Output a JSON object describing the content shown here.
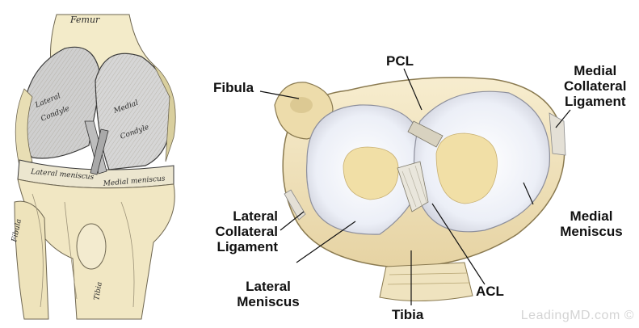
{
  "labels": {
    "pcl": "PCL",
    "fibula": "Fibula",
    "mcl": [
      "Medial",
      "Collateral",
      "Ligament"
    ],
    "lcl": [
      "Lateral",
      "Collateral",
      "Ligament"
    ],
    "medial_meniscus": [
      "Medial",
      "Meniscus"
    ],
    "lateral_meniscus": [
      "Lateral",
      "Meniscus"
    ],
    "acl": "ACL",
    "tibia": "Tibia"
  },
  "engraving": {
    "femur": "Femur",
    "lateral_condyle": [
      "Lateral",
      "Condyle"
    ],
    "medial_condyle": [
      "Medial",
      "Condyle"
    ],
    "lateral_meniscus": "Lateral meniscus",
    "medial_meniscus": "Medial meniscus",
    "fibula": "Fibula",
    "tibia": "Tibia"
  },
  "watermark": "LeadingMD.com ©",
  "colors": {
    "bone": "#f3e6c2",
    "bone_dark": "#dcc993",
    "meniscus": "#eef0f6",
    "ink": "#111111"
  }
}
